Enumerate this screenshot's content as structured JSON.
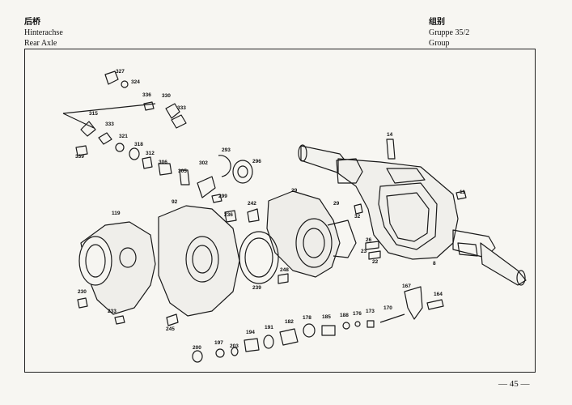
{
  "header": {
    "left": {
      "chinese": "后桥",
      "german": "Hinterachse",
      "english": "Rear Axle"
    },
    "right": {
      "chinese": "组别",
      "german": "Gruppe 35/2",
      "english": "Group"
    }
  },
  "page_number": "— 45 —",
  "part_numbers": [
    "327",
    "324",
    "336",
    "330",
    "333",
    "315",
    "333",
    "321",
    "318",
    "312",
    "306",
    "305",
    "302",
    "293",
    "296",
    "339",
    "14",
    "11",
    "119",
    "92",
    "299",
    "242",
    "29",
    "29",
    "32",
    "236",
    "26",
    "22",
    "23",
    "8",
    "248",
    "239",
    "230",
    "233",
    "245",
    "167",
    "164",
    "170",
    "173",
    "176",
    "188",
    "185",
    "178",
    "182",
    "191",
    "194",
    "197",
    "203",
    "200"
  ]
}
